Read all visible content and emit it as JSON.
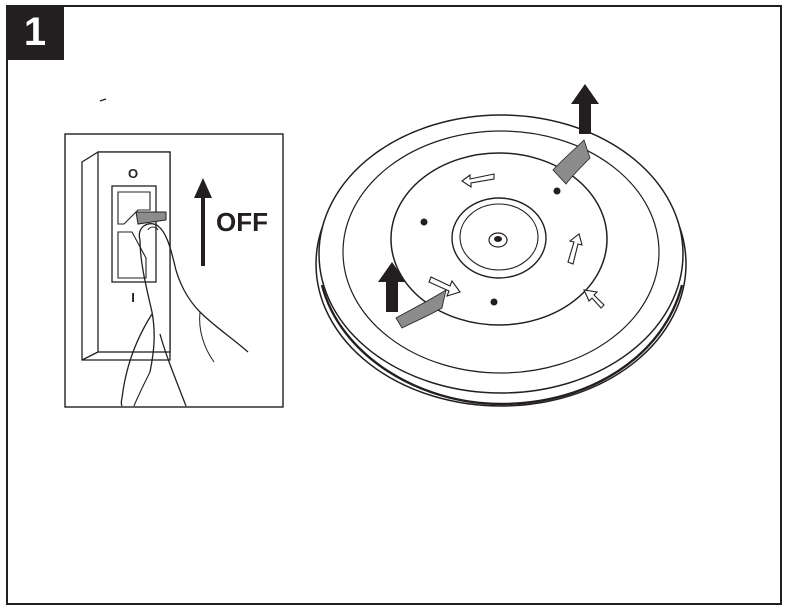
{
  "step": {
    "number": "1"
  },
  "switch": {
    "on_mark": "O",
    "off_mark": "I",
    "action_label": "OFF"
  },
  "colors": {
    "ink": "#231f20",
    "tape": "#8c8c8c",
    "paper": "#ffffff"
  }
}
